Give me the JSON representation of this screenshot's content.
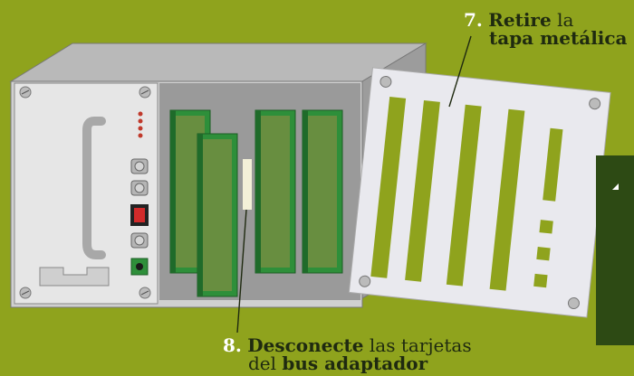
{
  "step7": {
    "number": "7.",
    "verb": "Retire",
    "rest": "la",
    "line2": "tapa metálica"
  },
  "step8": {
    "number": "8.",
    "verb": "Desconecte",
    "rest": "las tarjetas",
    "line2_prefix": "del",
    "line2_bold": "bus adaptador"
  },
  "colors": {
    "background": "#8fa31d",
    "panel": "#2d4a14",
    "chassis": "#c4c4c4",
    "pcb": "#2e8f3a",
    "cover": "#e9e9ee",
    "led": "#c0392b",
    "switch": "#d12a2a"
  }
}
